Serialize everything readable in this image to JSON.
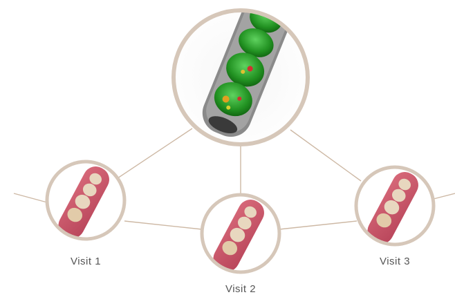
{
  "labels": {
    "visit1": "Visit 1",
    "visit2": "Visit 2",
    "visit3": "Visit 3"
  },
  "colors": {
    "ring": "#d6c7b9",
    "connector": "#cdb8a4",
    "gum": "#c9566a",
    "tooth": "#e8d7bf",
    "scan_green": "#2a9a2a",
    "scan_gray": "#8c8c8c"
  }
}
